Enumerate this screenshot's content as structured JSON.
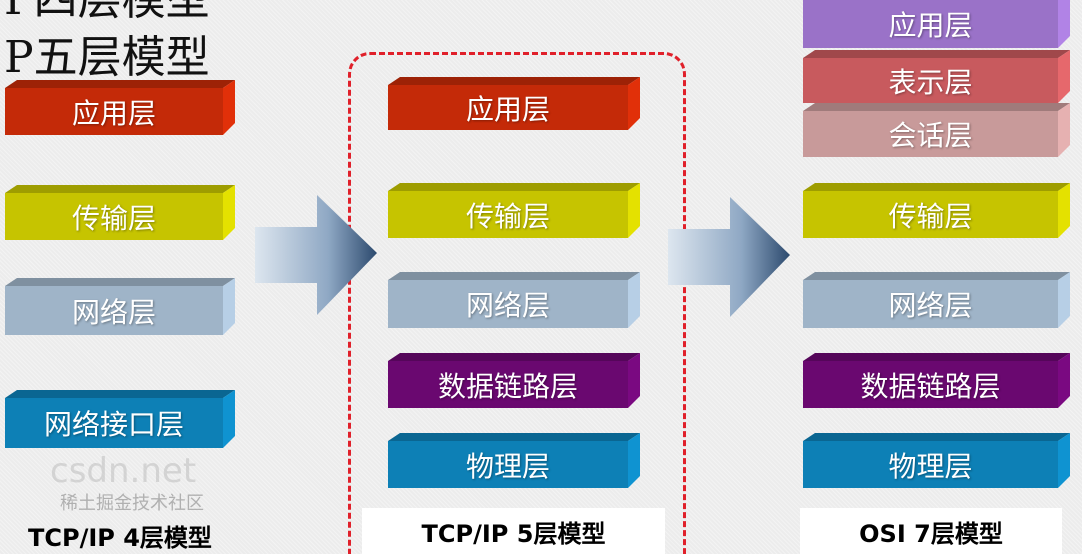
{
  "titles": [
    "P四层模型",
    "P五层模型"
  ],
  "columns": [
    {
      "caption": "TCP/IP 4层模型",
      "layers": [
        {
          "label": "应用层",
          "color": "#c42a08"
        },
        {
          "label": "传输层",
          "color": "#c6c400"
        },
        {
          "label": "网络层",
          "color": "#9fb4c8"
        },
        {
          "label": "网络接口层",
          "color": "#0d80b6"
        }
      ]
    },
    {
      "caption": "TCP/IP 5层模型",
      "layers": [
        {
          "label": "应用层",
          "color": "#c42a08"
        },
        {
          "label": "传输层",
          "color": "#c6c400"
        },
        {
          "label": "网络层",
          "color": "#9fb4c8"
        },
        {
          "label": "数据链路层",
          "color": "#6a0870"
        },
        {
          "label": "物理层",
          "color": "#0d80b6"
        }
      ]
    },
    {
      "caption": "OSI 7层模型",
      "layers": [
        {
          "label": "应用层",
          "color": "#9a72c8"
        },
        {
          "label": "表示层",
          "color": "#c85a5e"
        },
        {
          "label": "会话层",
          "color": "#c89a9a"
        },
        {
          "label": "传输层",
          "color": "#c6c400"
        },
        {
          "label": "网络层",
          "color": "#9fb4c8"
        },
        {
          "label": "数据链路层",
          "color": "#6a0870"
        },
        {
          "label": "物理层",
          "color": "#0d80b6"
        }
      ]
    }
  ],
  "watermark": "csdn.net",
  "watermark2": "稀土掘金技术社区",
  "highlight_color": "#e0202a"
}
